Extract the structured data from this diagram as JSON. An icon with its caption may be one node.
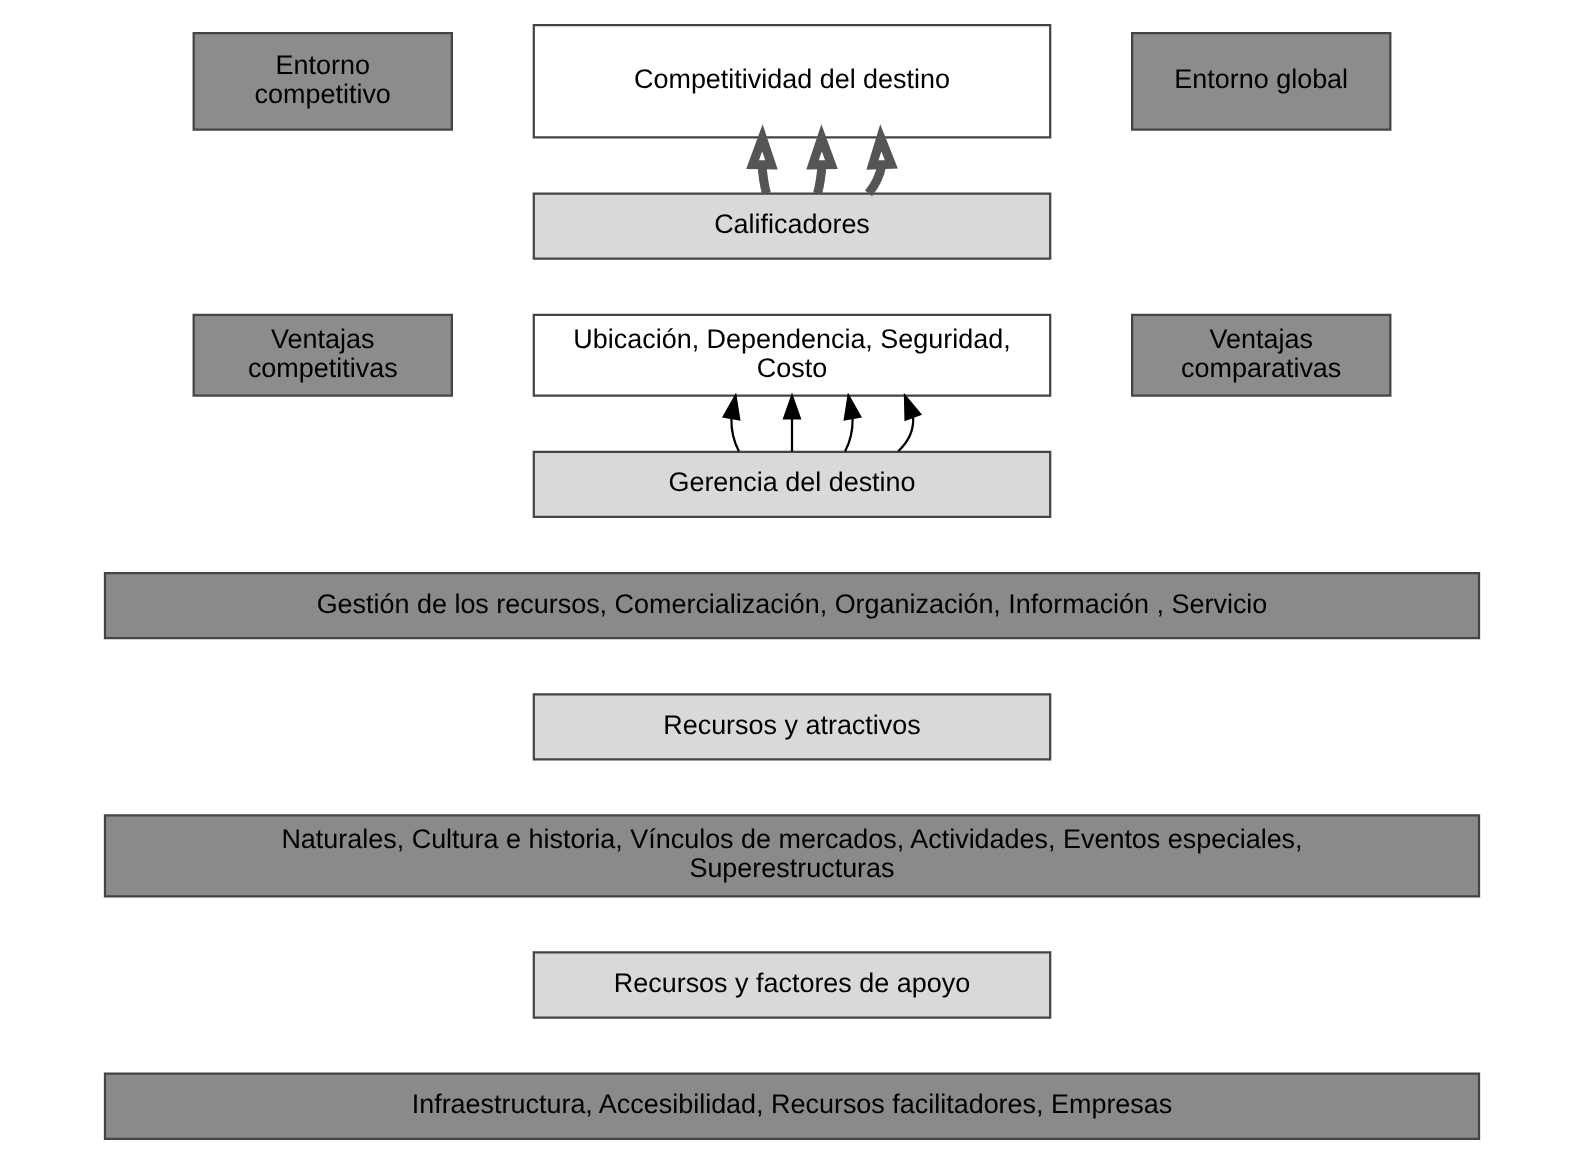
{
  "diagram": {
    "nodes": [
      {
        "text": [
          "Entorno competitivo"
        ]
      },
      {
        "text": [
          "Competitividad del destino"
        ]
      },
      {
        "text": [
          "Entorno global"
        ]
      },
      {
        "text": [
          "Calificadores"
        ]
      },
      {
        "text": [
          "Ventajas competitivas"
        ]
      },
      {
        "text": [
          "Ubicación, Dependencia, Seguridad, Costo"
        ]
      },
      {
        "text": [
          "Ventajas comparativas"
        ]
      },
      {
        "text": [
          "Gerencia del destino"
        ]
      },
      {
        "text": [
          "Gestión de los recursos, Comercialización, Organización, Información , Servicio"
        ]
      },
      {
        "text": [
          "Recursos y atractivos"
        ]
      },
      {
        "text": [
          "Naturales, Cultura e historia, Vínculos de mercados, Actividades, Eventos especiales, Superestructuras"
        ]
      },
      {
        "text": [
          "Recursos y factores de apoyo"
        ]
      },
      {
        "text": [
          "Infraestructura, Accesibilidad, Recursos facilitadores, Empresas"
        ]
      }
    ],
    "edges": [
      {
        "from": 3,
        "to": 1,
        "arrow": "to",
        "style": "thick"
      },
      {
        "from": 3,
        "to": 1,
        "arrow": "to",
        "style": "thick"
      },
      {
        "from": 3,
        "to": 1,
        "arrow": "to",
        "style": "thick"
      },
      {
        "from": 7,
        "to": 5,
        "arrow": "to"
      },
      {
        "from": 7,
        "to": 5,
        "arrow": "to"
      },
      {
        "from": 7,
        "to": 5,
        "arrow": "to"
      },
      {
        "from": 7,
        "to": 5,
        "arrow": "to"
      }
    ]
  }
}
